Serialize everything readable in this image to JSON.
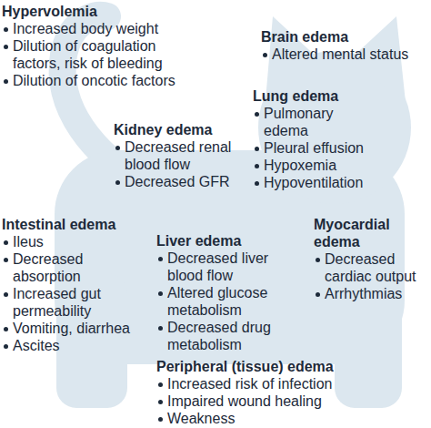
{
  "diagram": {
    "labels": [
      "Hypervolemia",
      "Increased body weight",
      "Dilution of coagulation factors, risk of bleeding",
      "Dilution of oncotic factors",
      "Brain edema",
      "Altered mental status",
      "Lung edema",
      "Pulmonary edema",
      "Pleural effusion",
      "Hypoxemia",
      "Hypoventilation",
      "Kidney edema",
      "Decreased renal blood flow",
      "Decreased GFR",
      "Intestinal edema",
      "Ileus",
      "Decreased absorption",
      "Increased gut permeability",
      "Vomiting, diarrhea",
      "Ascites",
      "Liver edema",
      "Decreased liver blood flow",
      "Altered glucose metabolism",
      "Decreased drug metabolism",
      "Myocardial edema",
      "Decreased cardiac output",
      "Arrhythmias",
      "Peripheral (tissue) edema",
      "Increased risk of infection",
      "Impaired wound healing",
      "Weakness"
    ]
  }
}
